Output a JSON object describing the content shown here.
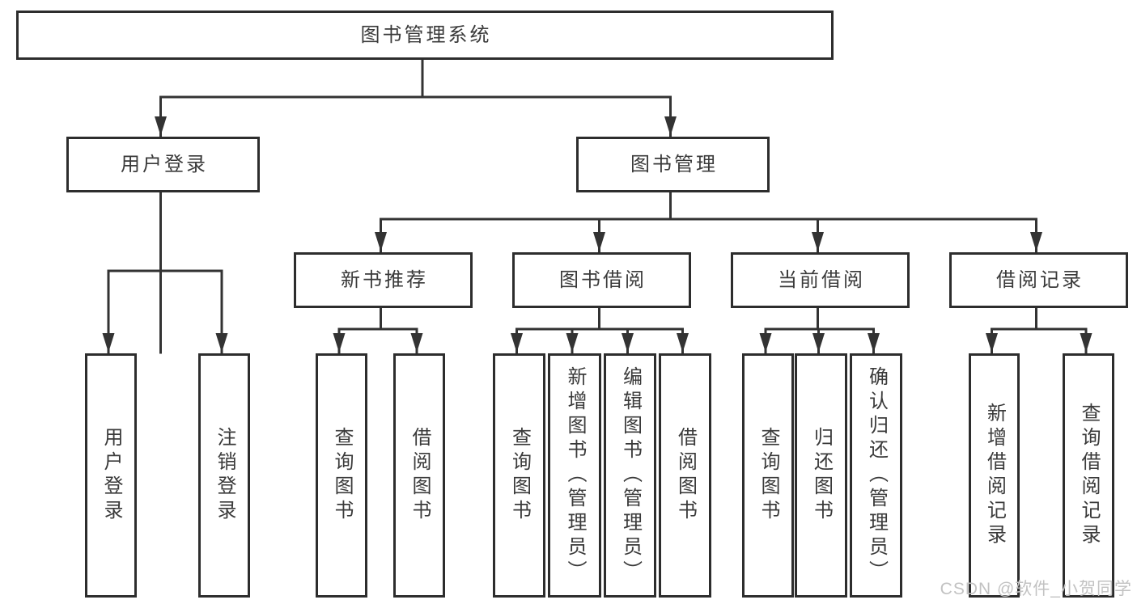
{
  "diagram": {
    "type": "hierarchy-tree",
    "tree": {
      "root": {
        "label": "图书管理系统"
      },
      "branches": [
        {
          "label": "用户登录",
          "children": [
            {
              "label": "用户登录"
            },
            {
              "label": "注销登录"
            }
          ]
        },
        {
          "label": "图书管理",
          "children": [
            {
              "label": "新书推荐",
              "children": [
                {
                  "label": "查询图书"
                },
                {
                  "label": "借阅图书"
                }
              ]
            },
            {
              "label": "图书借阅",
              "children": [
                {
                  "label": "查询图书"
                },
                {
                  "label": "新增图书（管理员）"
                },
                {
                  "label": "编辑图书（管理员）"
                },
                {
                  "label": "借阅图书"
                }
              ]
            },
            {
              "label": "当前借阅",
              "children": [
                {
                  "label": "查询图书"
                },
                {
                  "label": "归还图书"
                },
                {
                  "label": "确认归还（管理员）"
                }
              ]
            },
            {
              "label": "借阅记录",
              "children": [
                {
                  "label": "新增借阅记录"
                },
                {
                  "label": "查询借阅记录"
                }
              ]
            }
          ]
        }
      ]
    }
  },
  "watermark": {
    "text": "CSDN @软件_小贺同学"
  },
  "colors": {
    "background": "#ffffff",
    "line": "#333333",
    "box_border": "#2d2d2d",
    "box_fill": "#ffffff",
    "text": "#3a3a3a",
    "watermark": "#c2c2c2"
  }
}
